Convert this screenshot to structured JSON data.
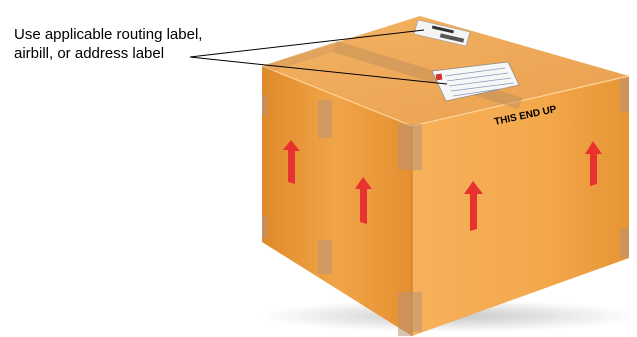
{
  "caption": {
    "line1": "Use applicable routing label,",
    "line2": "airbill, or address label"
  },
  "box": {
    "side_marking": "THIS END UP",
    "arrow_color": "#e8322f",
    "cardboard_color": "#f0a040"
  }
}
